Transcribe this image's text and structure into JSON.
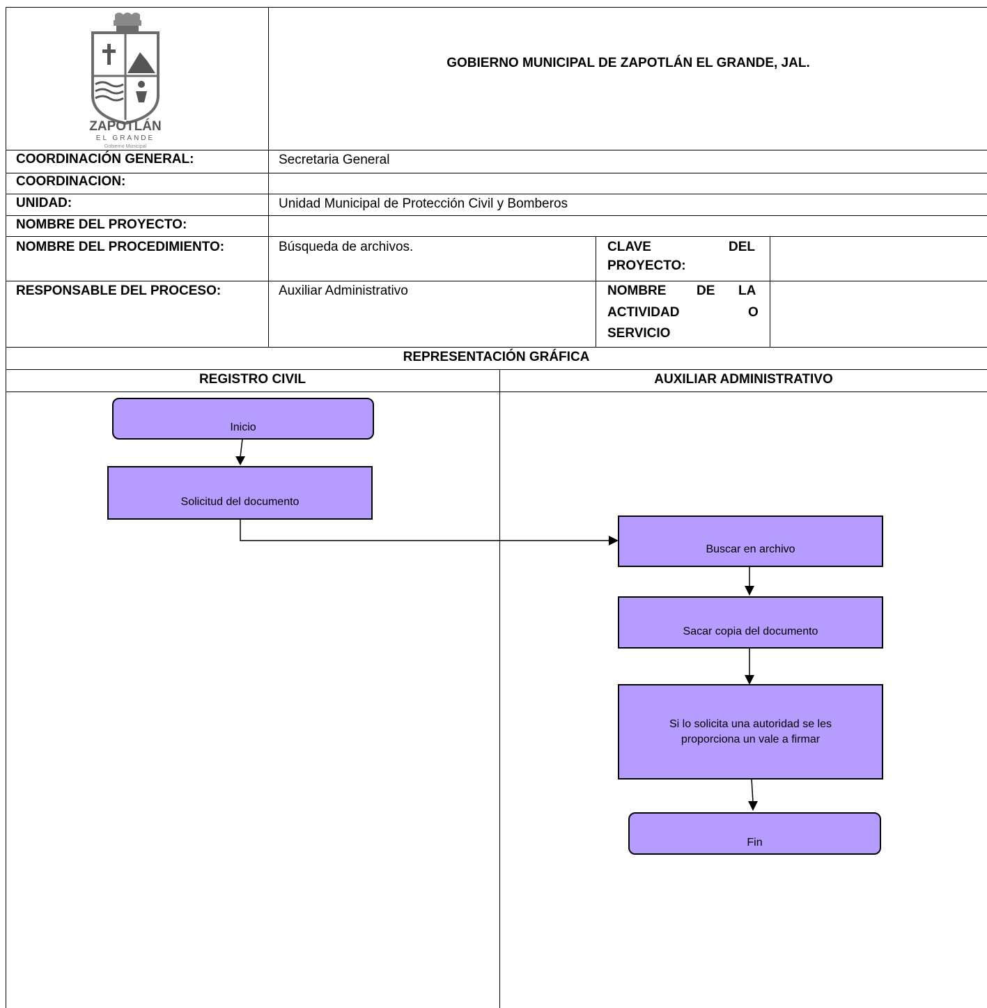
{
  "header": {
    "title": "GOBIERNO MUNICIPAL DE ZAPOTLÁN EL GRANDE, JAL.",
    "logo": {
      "name": "ZAPOTLÁN",
      "sub": "EL GRANDE",
      "small": "Gobierno Municipal"
    }
  },
  "fields": {
    "coord_general_label": "COORDINACIÓN GENERAL:",
    "coord_general_value": "Secretaria General",
    "coordinacion_label": "COORDINACION:",
    "coordinacion_value": "",
    "unidad_label": "UNIDAD:",
    "unidad_value": "Unidad Municipal de Protección Civil y Bomberos",
    "proyecto_label": "NOMBRE DEL PROYECTO:",
    "proyecto_value": "",
    "procedimiento_label": "NOMBRE DEL PROCEDIMIENTO:",
    "procedimiento_value": "Búsqueda de archivos.",
    "clave_label_1": "CLAVE",
    "clave_label_2": "DEL",
    "clave_label_3": "PROYECTO:",
    "clave_value": "",
    "responsable_label": "RESPONSABLE DEL PROCESO:",
    "responsable_value": "Auxiliar Administrativo",
    "actividad_label_1": "NOMBRE",
    "actividad_label_2": "DE",
    "actividad_label_3": "LA",
    "actividad_label_4": "ACTIVIDAD",
    "actividad_label_5": "O",
    "actividad_label_6": "SERVICIO",
    "actividad_value": ""
  },
  "diagram": {
    "section_title": "REPRESENTACIÓN GRÁFICA",
    "lanes": [
      "REGISTRO CIVIL",
      "AUXILIAR ADMINISTRATIVO"
    ],
    "steps": {
      "inicio": "Inicio",
      "solicitud": "Solicitud del documento",
      "buscar": "Buscar en archivo",
      "sacar": "Sacar copia del documento",
      "vale_1": "Si lo solicita una autoridad se les",
      "vale_2": "proporciona un vale a firmar",
      "fin": "Fin"
    },
    "colors": {
      "box_fill": "#b69cff",
      "line": "#000000"
    }
  }
}
